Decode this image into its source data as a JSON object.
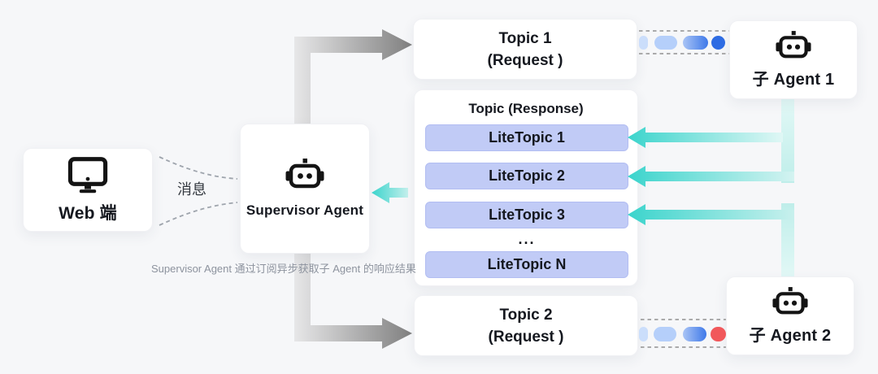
{
  "diagram": {
    "web": {
      "label": "Web 端"
    },
    "message_label": "消息",
    "supervisor": {
      "label": "Supervisor Agent"
    },
    "topic1": {
      "title": "Topic 1",
      "subtitle": "(Request )"
    },
    "response": {
      "title": "Topic (Response)",
      "rows": [
        "LiteTopic 1",
        "LiteTopic 2",
        "LiteTopic 3",
        "...",
        "LiteTopic N"
      ]
    },
    "topic2": {
      "title": "Topic 2",
      "subtitle": "(Request )"
    },
    "agent1": {
      "label": "子 Agent 1"
    },
    "agent2": {
      "label": "子 Agent 2"
    },
    "caption": "Supervisor Agent 通过订阅异步获取子 Agent 的响应结果"
  },
  "channels": {
    "top_pills": [
      "#cbdefb",
      "#b5cffa",
      "linear-gradient(90deg,#a9c4f5,#3f79e9)",
      "#2e6ce3"
    ],
    "bottom_pills": [
      "#cbdefb",
      "#b5cffa",
      "linear-gradient(90deg,#a9c4f5,#3f79e9)",
      "#f1585b"
    ]
  },
  "colors": {
    "background": "#f6f7f9",
    "card": "#ffffff",
    "lite_topic_fill": "#c1cbf6",
    "teal_accent": "#3bd4cc",
    "blue_pill_dark": "#2e6ce3",
    "red_pill": "#f1585b",
    "gray_arrow_dark": "#828282",
    "caption_text": "#8d939e"
  },
  "icons": {
    "web": "monitor-icon",
    "supervisor": "robot-icon",
    "agent1": "robot-icon",
    "agent2": "robot-icon"
  }
}
